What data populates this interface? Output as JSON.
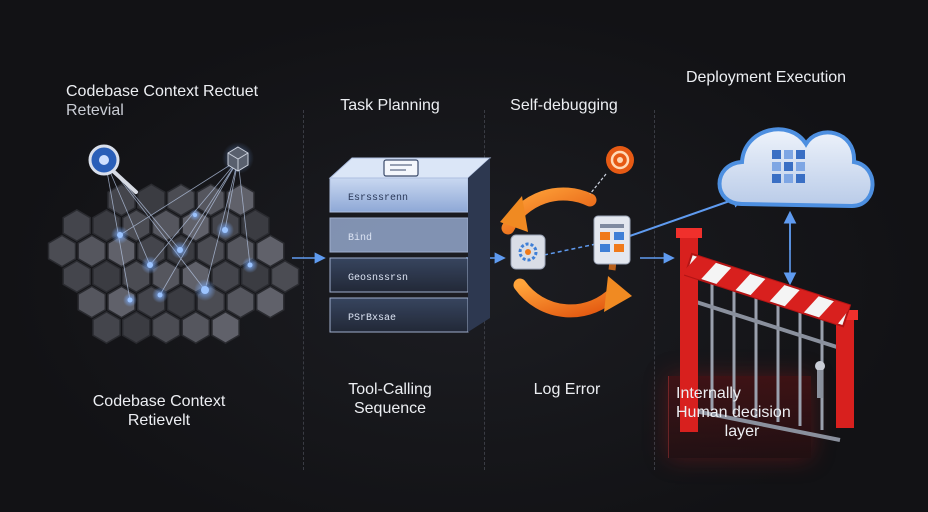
{
  "labels": {
    "codebase_top_line1": "Codebase Context Rectuet",
    "codebase_top_line2": "Retevial",
    "task_planning": "Task Planning",
    "self_debugging": "Self-debugging",
    "deployment": "Deployment Execution",
    "codebase_bottom_line1": "Codebase Context",
    "codebase_bottom_line2": "Retievelt",
    "tool_calling_line1": "Tool-Calling",
    "tool_calling_line2": "Sequence",
    "log_error": "Log Error",
    "human_line1": "Internally",
    "human_line2": "Human decision",
    "human_line3": "layer"
  },
  "stack_layers": [
    "Esrsssrenn",
    "Bind",
    "Geosnssrsn",
    "PSrBxsae"
  ],
  "colors": {
    "background": "#121215",
    "hex_tile": "#4a4b52",
    "node_blue": "#3a7bd5",
    "stack_blue": "#9fb6dc",
    "loop_orange": "#f07a1a",
    "barrier_red": "#d8201e",
    "cloud_blue": "#4d8fe0"
  },
  "icons": [
    "magnifier-icon",
    "cube-node-icon",
    "clipboard-icon",
    "settings-gear-icon",
    "document-icon",
    "spark-icon",
    "cloud-grid-icon"
  ]
}
